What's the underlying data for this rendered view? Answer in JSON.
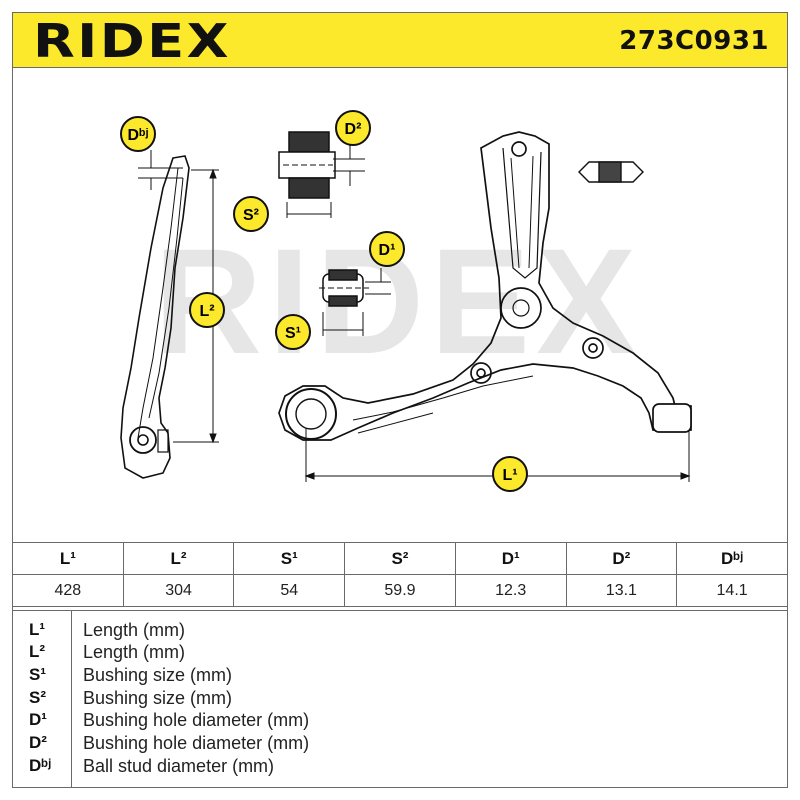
{
  "header": {
    "brand": "RIDEX",
    "part_number": "273C0931"
  },
  "watermark": "RIDEX",
  "callouts": {
    "dbj": "Dᵇʲ",
    "d2": "D²",
    "s2": "S²",
    "d1": "D¹",
    "l2": "L²",
    "s1": "S¹",
    "l1": "L¹"
  },
  "specs": {
    "headers": [
      "L¹",
      "L²",
      "S¹",
      "S²",
      "D¹",
      "D²",
      "Dᵇʲ"
    ],
    "values": [
      "428",
      "304",
      "54",
      "59.9",
      "12.3",
      "13.1",
      "14.1"
    ]
  },
  "legend": [
    {
      "symbol": "L¹",
      "text": "Length (mm)"
    },
    {
      "symbol": "L²",
      "text": "Length (mm)"
    },
    {
      "symbol": "S¹",
      "text": "Bushing size (mm)"
    },
    {
      "symbol": "S²",
      "text": "Bushing size (mm)"
    },
    {
      "symbol": "D¹",
      "text": "Bushing hole diameter (mm)"
    },
    {
      "symbol": "D²",
      "text": "Bushing hole diameter (mm)"
    },
    {
      "symbol": "Dᵇʲ",
      "text": "Ball stud diameter (mm)"
    }
  ],
  "colors": {
    "header_bg": "#fde92c",
    "callout_bg": "#fde92c",
    "callout_border": "#111111",
    "watermark": "#e6e6e6",
    "line": "#111111"
  }
}
